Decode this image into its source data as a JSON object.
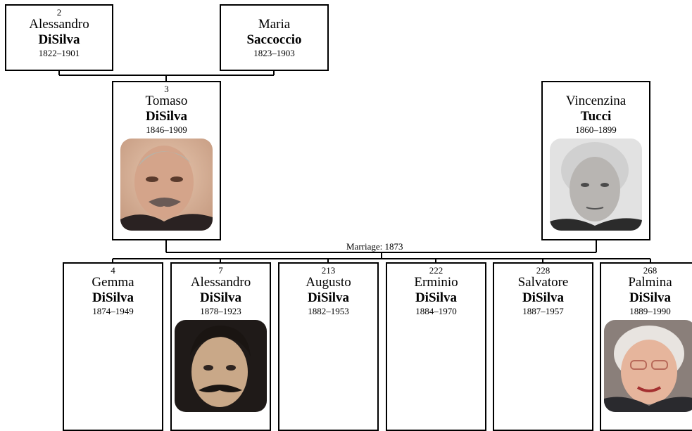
{
  "grandparents": [
    {
      "num": "2",
      "given": "Alessandro",
      "surname": "DiSilva",
      "dates": "1822–1901"
    },
    {
      "num": "",
      "given": "Maria",
      "surname": "Saccoccio",
      "dates": "1823–1903"
    }
  ],
  "parents": [
    {
      "num": "3",
      "given": "Tomaso",
      "surname": "DiSilva",
      "dates": "1846–1909"
    },
    {
      "num": "",
      "given": "Vincenzina",
      "surname": "Tucci",
      "dates": "1860–1899"
    }
  ],
  "marriage": {
    "label": "Marriage: 1873"
  },
  "children": [
    {
      "num": "4",
      "given": "Gemma",
      "surname": "DiSilva",
      "dates": "1874–1949"
    },
    {
      "num": "7",
      "given": "Alessandro",
      "surname": "DiSilva",
      "dates": "1878–1923"
    },
    {
      "num": "213",
      "given": "Augusto",
      "surname": "DiSilva",
      "dates": "1882–1953"
    },
    {
      "num": "222",
      "given": "Erminio",
      "surname": "DiSilva",
      "dates": "1884–1970"
    },
    {
      "num": "228",
      "given": "Salvatore",
      "surname": "DiSilva",
      "dates": "1887–1957"
    },
    {
      "num": "268",
      "given": "Palmina",
      "surname": "DiSilva",
      "dates": "1889–1990"
    }
  ]
}
